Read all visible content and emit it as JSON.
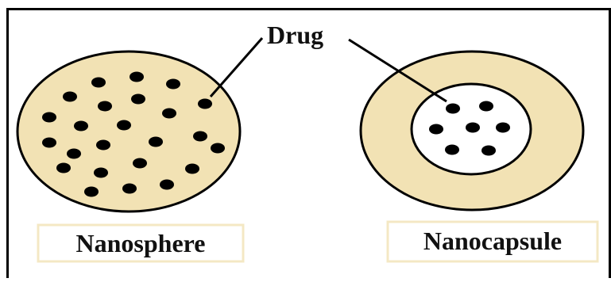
{
  "colors": {
    "particle_fill": "#f2e2b4",
    "stroke": "#000000",
    "label_box_border": "#f4e8c4",
    "core_fill": "#ffffff"
  },
  "labels": {
    "drug": "Drug",
    "nanosphere": "Nanosphere",
    "nanocapsule": "Nanocapsule"
  }
}
